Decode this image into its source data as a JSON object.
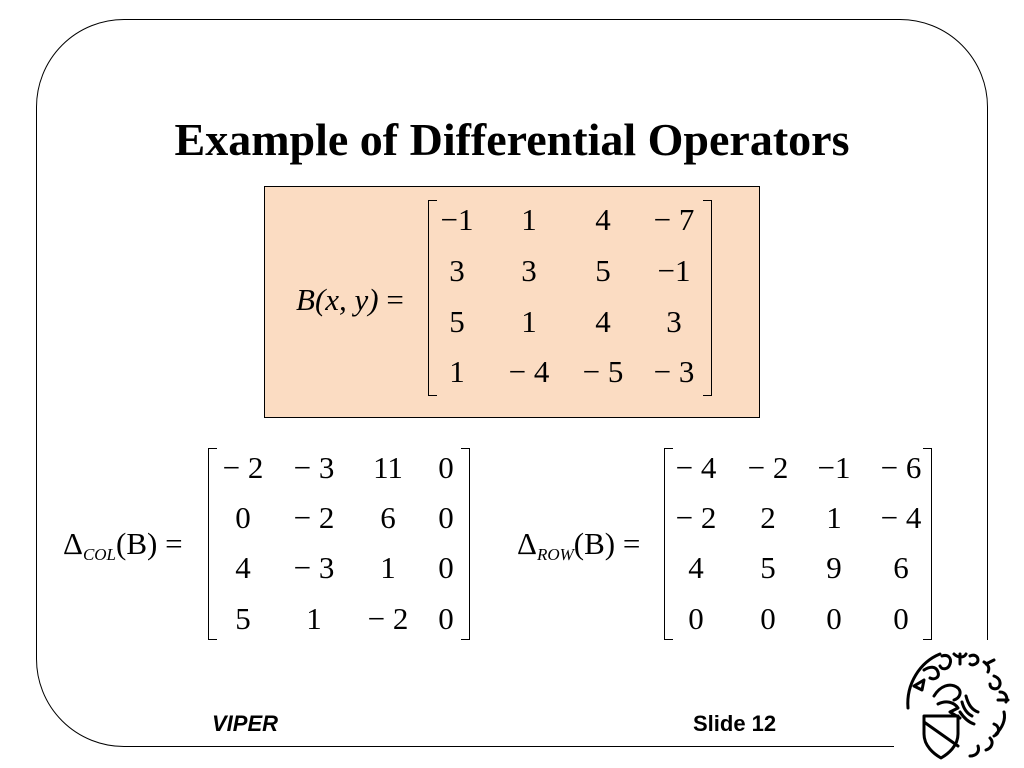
{
  "slide": {
    "title": "Example of Differential Operators",
    "footer_left": "VIPER",
    "footer_right": "Slide 12"
  },
  "equations": {
    "b": {
      "lhs_fn": "B",
      "lhs_args": "(x, y)",
      "equals": "=",
      "rows": [
        [
          "−1",
          "1",
          "4",
          "− 7"
        ],
        [
          "3",
          "3",
          "5",
          "−1"
        ],
        [
          "5",
          "1",
          "4",
          "3"
        ],
        [
          "1",
          "− 4",
          "− 5",
          "− 3"
        ]
      ]
    },
    "col": {
      "delta": "Δ",
      "sub": "COL",
      "arg": "(B)",
      "equals": "=",
      "rows": [
        [
          "− 2",
          "− 3",
          "11",
          "0"
        ],
        [
          "0",
          "− 2",
          "6",
          "0"
        ],
        [
          "4",
          "− 3",
          "1",
          "0"
        ],
        [
          "5",
          "1",
          "− 2",
          "0"
        ]
      ]
    },
    "row": {
      "delta": "Δ",
      "sub": "ROW",
      "arg": "(B)",
      "equals": "=",
      "rows": [
        [
          "− 4",
          "− 2",
          "−1",
          "− 6"
        ],
        [
          "− 2",
          "2",
          "1",
          "− 4"
        ],
        [
          "4",
          "5",
          "9",
          "6"
        ],
        [
          "0",
          "0",
          "0",
          "0"
        ]
      ]
    }
  },
  "logo": {
    "name": "purdue-university-seal",
    "text": "PURDUE UNIVERSITY"
  }
}
